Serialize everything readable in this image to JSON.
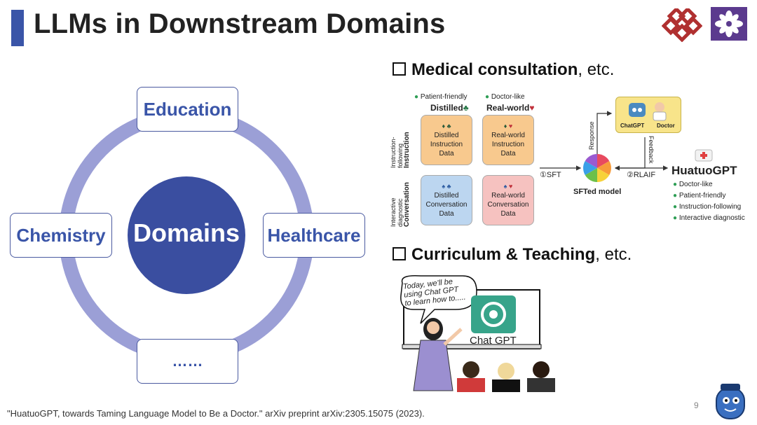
{
  "slide": {
    "title": "LLMs in Downstream Domains",
    "page_number": "9",
    "citation": "\"HuatuoGPT, towards Taming Language Model to Be a Doctor.\" arXiv preprint arXiv:2305.15075 (2023)."
  },
  "diagram": {
    "center": "Domains",
    "nodes": {
      "top": "Education",
      "left": "Chemistry",
      "right": "Healthcare",
      "bottom": "……"
    }
  },
  "medical": {
    "heading": "Medical consultation",
    "heading_suffix": ", etc.",
    "patient_friendly": "Patient-friendly",
    "doctor_like": "Doctor-like",
    "distilled": "Distilled",
    "real_world": "Real-world",
    "row1_label_a": "Instruction-",
    "row1_label_b": "following",
    "row1_label_c": "Instruction",
    "row2_label_a": "Interactive",
    "row2_label_b": "diagnostic",
    "row2_label_c": "Conversation",
    "box1": [
      "Distilled",
      "Instruction",
      "Data"
    ],
    "box2": [
      "Real-world",
      "Instruction",
      "Data"
    ],
    "box3": [
      "Distilled",
      "Conversation",
      "Data"
    ],
    "box4": [
      "Real-world",
      "Conversation",
      "Data"
    ],
    "sft": "①SFT",
    "rlaif": "②RLAIF",
    "sfted_model": "SFTed model",
    "response": "Response",
    "feedback": "Feedback",
    "chatgpt": "ChatGPT",
    "doctor": "Doctor",
    "huatuo": "HuatuoGPT",
    "traits": [
      "Doctor-like",
      "Patient-friendly",
      "Instruction-following",
      "Interactive diagnostic"
    ]
  },
  "curriculum": {
    "heading": "Curriculum & Teaching",
    "heading_suffix": ", etc.",
    "speech": [
      "Today, we'll be",
      "using Chat GPT",
      "to learn how to....."
    ],
    "board_label": "Chat GPT"
  },
  "colors": {
    "accent": "#3a55a8",
    "ring": "#9b9fd6",
    "check": "#2e9e55",
    "orange_box": "#f8c98e",
    "blue_box": "#bcd6f0",
    "pink_box": "#f6c2c0",
    "yellow_box": "#f8e48a"
  }
}
